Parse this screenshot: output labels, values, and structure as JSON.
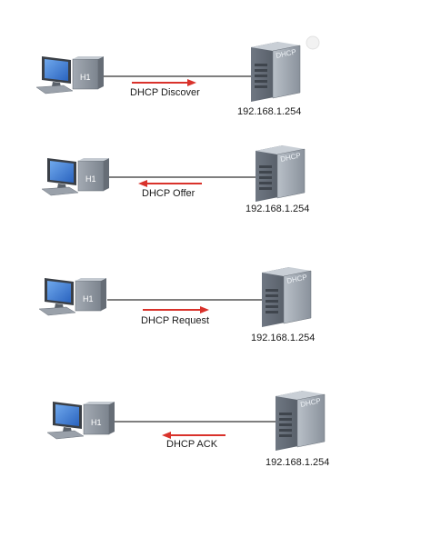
{
  "colors": {
    "arrow": "#d9322b",
    "link_line": "#333333",
    "monitor_screen": "#3f7fd6",
    "device_gray": "#8c939c"
  },
  "host_label": "H1",
  "server_label": "DHCP",
  "steps": [
    {
      "message": "DHCP Discover",
      "direction": "to-server",
      "server_ip": "192.168.1.254"
    },
    {
      "message": "DHCP Offer",
      "direction": "to-client",
      "server_ip": "192.168.1.254"
    },
    {
      "message": "DHCP Request",
      "direction": "to-server",
      "server_ip": "192.168.1.254"
    },
    {
      "message": "DHCP ACK",
      "direction": "to-client",
      "server_ip": "192.168.1.254"
    }
  ]
}
